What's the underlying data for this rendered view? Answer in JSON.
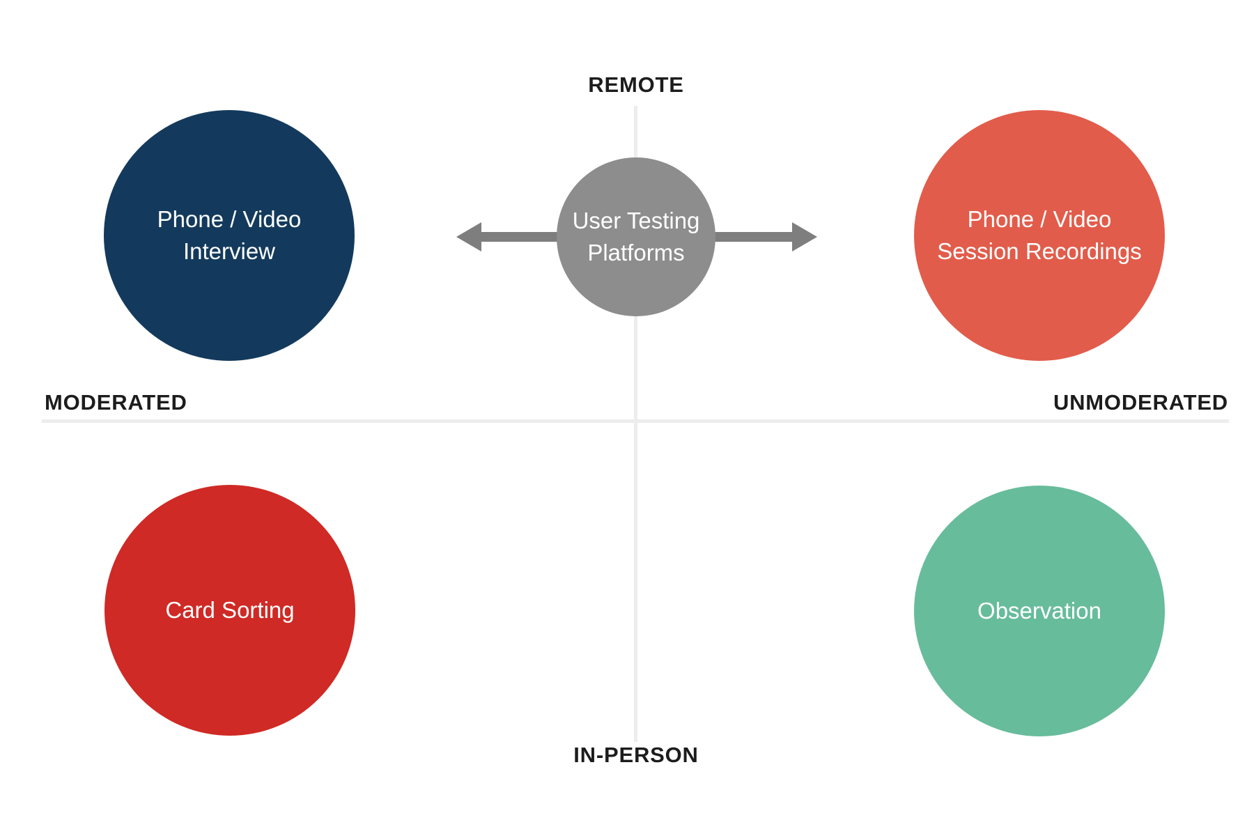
{
  "diagram": {
    "axis_labels": {
      "top": "REMOTE",
      "bottom": "IN-PERSON",
      "left": "MODERATED",
      "right": "UNMODERATED"
    },
    "center_node": {
      "line1": "User Testing",
      "line2": "Platforms",
      "color": "#8d8d8d"
    },
    "arrow": {
      "direction": "horizontal-double-headed",
      "color": "#7e7e7e"
    },
    "nodes": [
      {
        "id": "phone-video-interview",
        "quadrant": "remote-moderated",
        "line1": "Phone / Video",
        "line2": "Interview",
        "color": "#133a5c"
      },
      {
        "id": "phone-video-session-recordings",
        "quadrant": "remote-unmoderated",
        "line1": "Phone / Video",
        "line2": "Session Recordings",
        "color": "#e25c4b"
      },
      {
        "id": "card-sorting",
        "quadrant": "in-person-moderated",
        "line1": "Card Sorting",
        "line2": "",
        "color": "#cf2a25"
      },
      {
        "id": "observation",
        "quadrant": "in-person-unmoderated",
        "line1": "Observation",
        "line2": "",
        "color": "#67bc9b"
      }
    ],
    "colors": {
      "axis_line": "#ededed",
      "label_text": "#1c1c1c",
      "background": "#ffffff"
    }
  }
}
